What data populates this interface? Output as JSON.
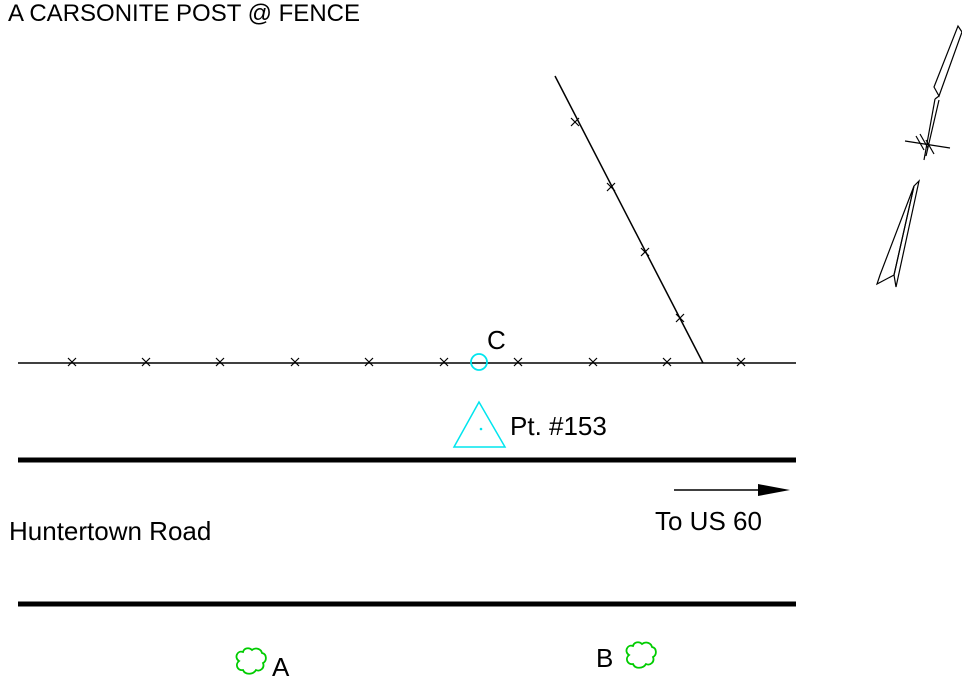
{
  "header": {
    "title": "A CARSONITE POST @ FENCE"
  },
  "labels": {
    "monument": "C",
    "point": "Pt. #153",
    "road": "Huntertown Road",
    "direction": "To US 60",
    "tree_a": "A",
    "tree_b": "B"
  },
  "colors": {
    "line": "#000000",
    "monument": "#00e5ee",
    "tree": "#00cc00",
    "background": "#ffffff"
  },
  "icons": {
    "north_arrow": "north-arrow-icon",
    "fence_mark": "x-mark-icon",
    "monument": "circle-icon",
    "control_point": "triangle-icon",
    "tree": "tree-icon"
  }
}
